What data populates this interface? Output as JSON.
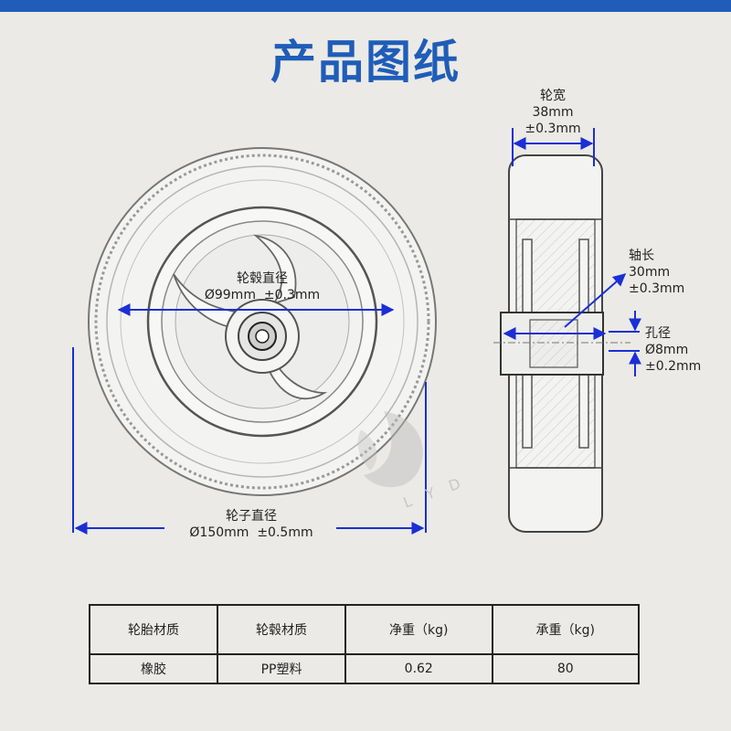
{
  "title": "产品图纸",
  "colors": {
    "accent": "#1f5db8",
    "dimension_line": "#1a2fd6",
    "background": "#ebeae6"
  },
  "dimensions": {
    "hub_diameter": {
      "label": "轮毂直径",
      "value": "Ø99mm",
      "tolerance": "±0.3mm"
    },
    "wheel_diameter": {
      "label": "轮子直径",
      "value": "Ø150mm",
      "tolerance": "±0.5mm"
    },
    "wheel_width": {
      "label": "轮宽",
      "value": "38mm",
      "tolerance": "±0.3mm"
    },
    "axle_length": {
      "label": "轴长",
      "value": "30mm",
      "tolerance": "±0.3mm"
    },
    "bore_diameter": {
      "label": "孔径",
      "value": "Ø8mm",
      "tolerance": "±0.2mm"
    }
  },
  "watermark": {
    "letters": "L Y D"
  },
  "spec_table": {
    "headers": [
      "轮胎材质",
      "轮毂材质",
      "净重（kg)",
      "承重（kg)"
    ],
    "rows": [
      [
        "橡胶",
        "PP塑料",
        "0.62",
        "80"
      ]
    ]
  }
}
